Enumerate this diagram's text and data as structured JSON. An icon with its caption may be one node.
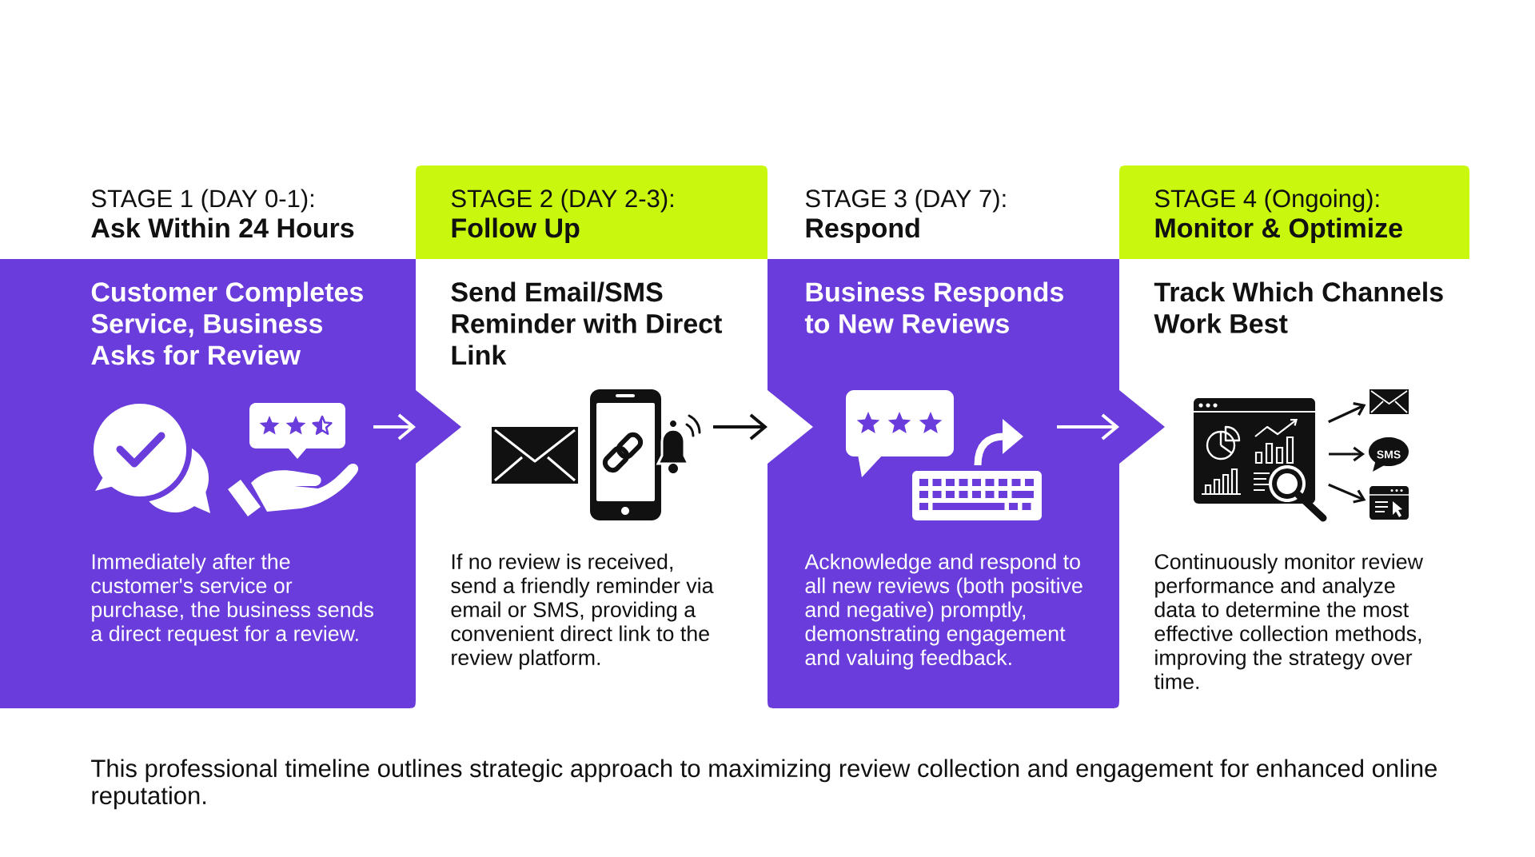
{
  "diagram": {
    "nodes": [
      {
        "text": [
          "STAGE 1 (DAY 0-1):",
          "Ask Within 24 Hours"
        ]
      },
      {
        "text": [
          "Customer Completes Service, Business Asks for Review",
          "Immediately after the customer's service or purchase, the business sends a direct request for a review."
        ]
      },
      {
        "text": [],
        "shape": "picture",
        "in": 1
      },
      {
        "text": [
          "STAGE 2 (DAY 2-3):",
          "Follow Up"
        ]
      },
      {
        "text": [
          "Send Email/SMS Reminder with Direct Link",
          "If no review is received, send a friendly reminder via email or SMS, providing a convenient direct link to the review platform."
        ]
      },
      {
        "text": [],
        "shape": "picture",
        "in": 4
      },
      {
        "text": [
          "STAGE 3 (DAY 7):",
          "Respond"
        ]
      },
      {
        "text": [
          "Business Responds to New Reviews",
          "Acknowledge and respond to all new reviews (both positive and negative) promptly, demonstrating engagement and valuing feedback."
        ]
      },
      {
        "text": [],
        "shape": "picture",
        "in": 7
      },
      {
        "text": [
          "STAGE 4 (Ongoing):",
          "Monitor & Optimize"
        ]
      },
      {
        "text": [
          "Track Which Channels Work Best",
          "Continuously monitor review performance and analyze data to determine the most effective collection methods, improving the strategy over time."
        ]
      },
      {
        "text": [],
        "shape": "picture",
        "in": 10
      },
      {
        "text": [],
        "shape": "picture",
        "in": 10
      },
      {
        "text": [
          "SMS"
        ],
        "in": 10
      },
      {
        "text": [],
        "shape": "picture",
        "in": 10
      }
    ],
    "edges": [
      {
        "from": 2,
        "to": 4,
        "arrow": "to",
        "color": "#ffffff"
      },
      {
        "from": 5,
        "to": 7,
        "arrow": "to"
      },
      {
        "from": 8,
        "to": 10,
        "arrow": "to",
        "color": "#ffffff"
      },
      {
        "from": 11,
        "to": 12,
        "arrow": "to"
      },
      {
        "from": 11,
        "to": 13,
        "arrow": "to"
      },
      {
        "from": 11,
        "to": 14,
        "arrow": "to"
      }
    ],
    "caption": "This professional timeline outlines strategic approach to maximizing review collection and engagement for enhanced online reputation."
  }
}
